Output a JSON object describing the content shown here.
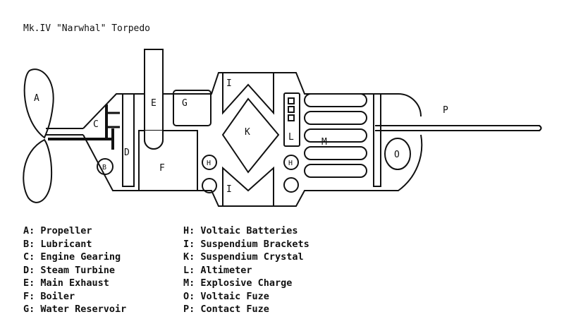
{
  "title": "Mk.IV \"Narwhal\" Torpedo",
  "labels": {
    "A": "A",
    "B": "B",
    "C": "C",
    "D": "D",
    "E": "E",
    "F": "F",
    "G": "G",
    "H": "H",
    "I": "I",
    "K": "K",
    "L": "L",
    "M": "M",
    "O": "O",
    "P": "P"
  },
  "legend": {
    "left": [
      "A: Propeller",
      "B: Lubricant",
      "C: Engine Gearing",
      "D: Steam Turbine",
      "E: Main Exhaust",
      "F: Boiler",
      "G: Water Reservoir"
    ],
    "right": [
      "H: Voltaic Batteries",
      "I: Suspendium Brackets",
      "K: Suspendium Crystal",
      "L: Altimeter",
      "M: Explosive Charge",
      "O: Voltaic Fuze",
      "P: Contact Fuze"
    ]
  }
}
